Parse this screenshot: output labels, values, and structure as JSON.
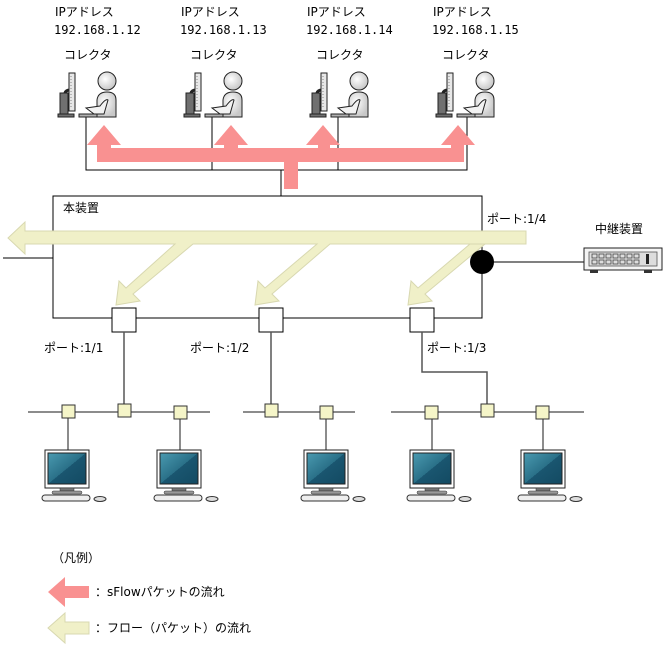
{
  "collectors": [
    {
      "ip_label": "IPアドレス",
      "ip": "192.168.1.12",
      "name": "コレクタ"
    },
    {
      "ip_label": "IPアドレス",
      "ip": "192.168.1.13",
      "name": "コレクタ"
    },
    {
      "ip_label": "IPアドレス",
      "ip": "192.168.1.14",
      "name": "コレクタ"
    },
    {
      "ip_label": "IPアドレス",
      "ip": "192.168.1.15",
      "name": "コレクタ"
    }
  ],
  "device": {
    "label": "本装置"
  },
  "relay": {
    "label": "中継装置"
  },
  "ports": [
    {
      "label": "ポート:1/1"
    },
    {
      "label": "ポート:1/2"
    },
    {
      "label": "ポート:1/3"
    },
    {
      "label": "ポート:1/4"
    }
  ],
  "legend": {
    "title": "（凡例）",
    "items": [
      {
        "label": "：sFlowパケットの流れ",
        "color": "#f99191"
      },
      {
        "label": "：フロー（パケット）の流れ",
        "color": "#f0f0c8"
      }
    ]
  },
  "colors": {
    "sflow": "#f99191",
    "flow": "#f0f0c8",
    "flow_edge": "#d8d8b0",
    "port_node": "#f5f5c8",
    "screen": "#1c5a72"
  }
}
